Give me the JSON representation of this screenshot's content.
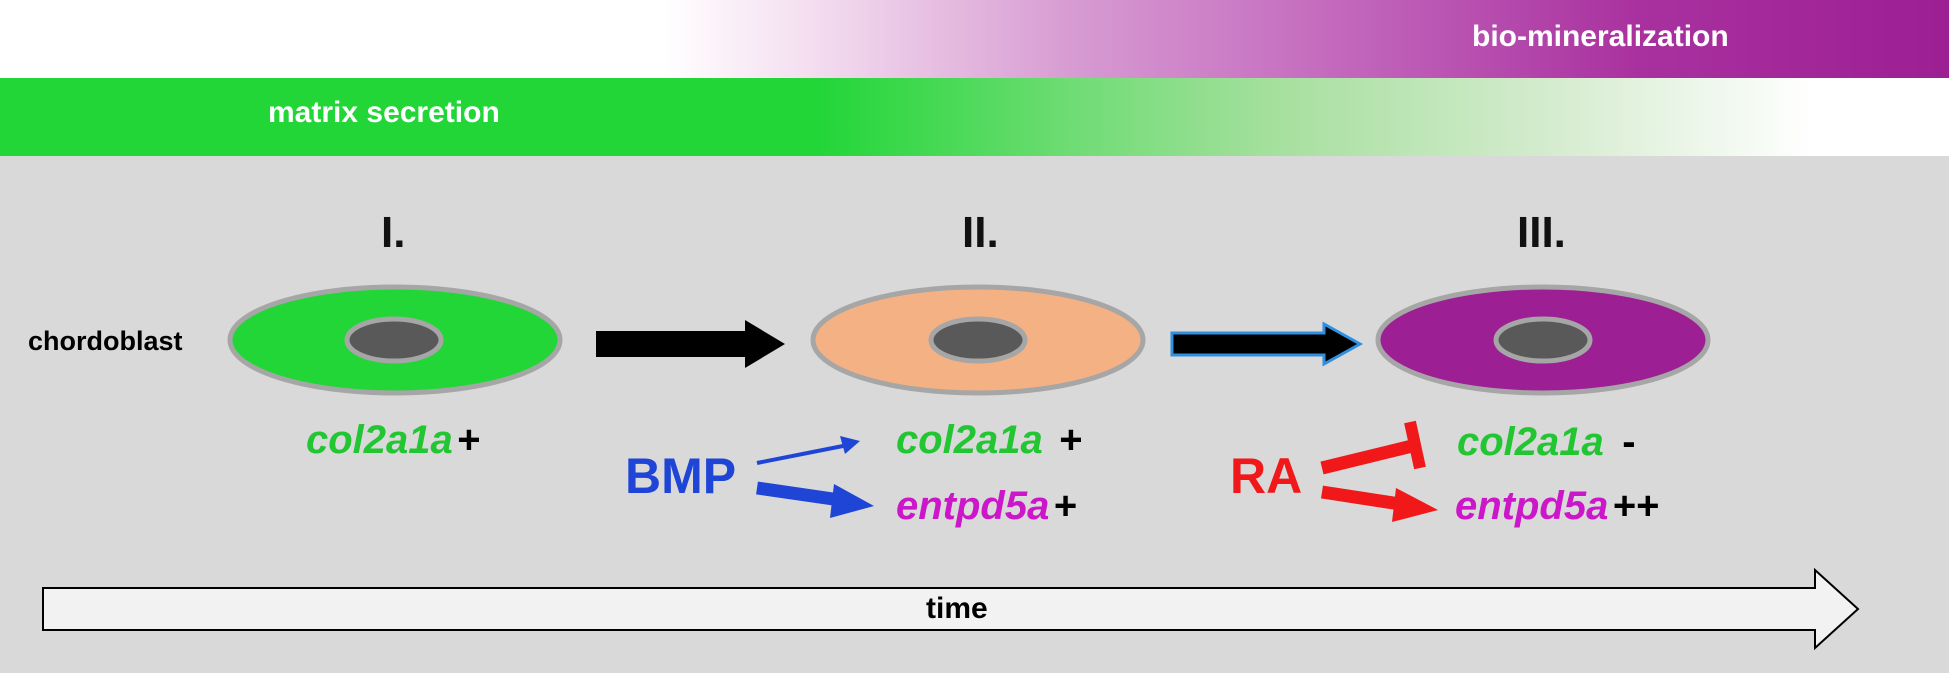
{
  "bands": {
    "biomineralization": "bio-mineralization",
    "matrix_secretion": "matrix secretion"
  },
  "stages": [
    {
      "numeral": "I.",
      "cell_color": "#22d638"
    },
    {
      "numeral": "II.",
      "cell_color": "#f4b183"
    },
    {
      "numeral": "III.",
      "cell_color": "#9c1f94"
    }
  ],
  "cell_label": "chordoblast",
  "stage1": {
    "gene": "col2a1a",
    "sign": "+"
  },
  "stage2": {
    "signal": "BMP",
    "genes": [
      {
        "gene": "col2a1a",
        "sign": "+"
      },
      {
        "gene": "entpd5a",
        "sign": "+"
      }
    ]
  },
  "stage3": {
    "signal": "RA",
    "genes": [
      {
        "gene": "col2a1a",
        "sign": "-"
      },
      {
        "gene": "entpd5a",
        "sign": "++"
      }
    ]
  },
  "timeline_label": "time",
  "colors": {
    "green": "#22d638",
    "magenta": "#9c1f94",
    "blue": "#1f45d6",
    "red": "#f01818",
    "panel": "#d9d9d9"
  }
}
